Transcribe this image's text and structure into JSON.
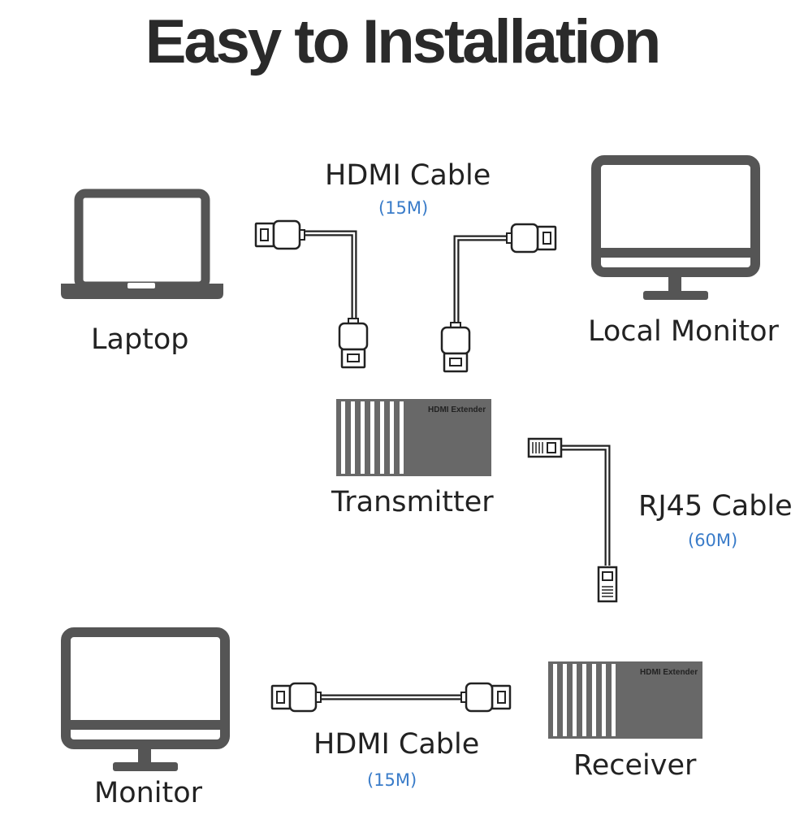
{
  "title": "Easy to Installation",
  "colors": {
    "icon": "#555555",
    "device": "#686868",
    "accent": "#3a7cc9",
    "title": "#2a2a2a"
  },
  "devices": {
    "laptop": {
      "label": "Laptop",
      "icon": "laptop-icon"
    },
    "local_monitor": {
      "label": "Local Monitor",
      "icon": "monitor-icon"
    },
    "transmitter": {
      "label": "Transmitter",
      "brand": "HDMI Extender"
    },
    "receiver": {
      "label": "Receiver",
      "brand": "HDMI Extender"
    },
    "monitor": {
      "label": "Monitor",
      "icon": "monitor-icon"
    }
  },
  "cables": {
    "hdmi_top": {
      "label": "HDMI Cable",
      "length": "(15M)"
    },
    "rj45": {
      "label": "RJ45 Cable",
      "length": "(60M)"
    },
    "hdmi_bottom": {
      "label": "HDMI Cable",
      "length": "(15M)"
    }
  }
}
